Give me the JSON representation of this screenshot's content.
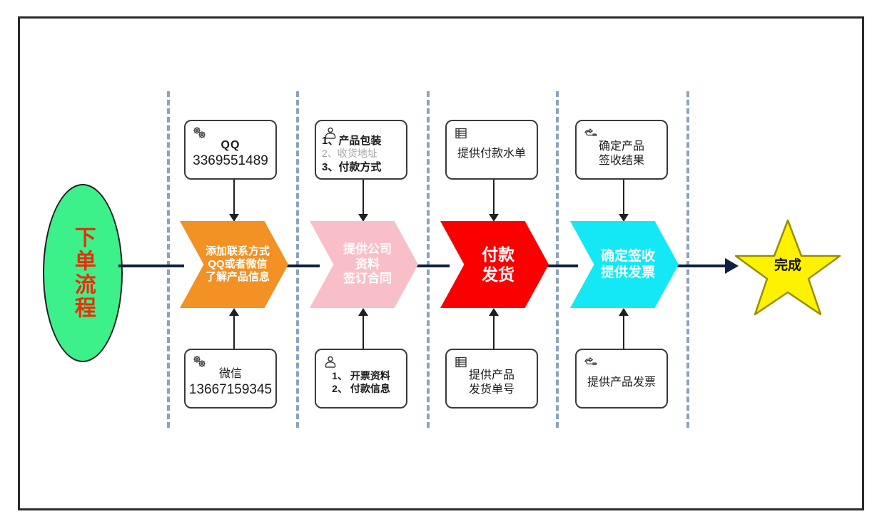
{
  "diagram": {
    "title_flow": "下单流程",
    "end_label": "完成",
    "colors": {
      "frame": "#2b2b2b",
      "lane_separator": "#8ba3bd",
      "connector": "#102040",
      "start_fill": "#3cf08a",
      "start_text": "#e8300a",
      "stage1_fill": "#f29124",
      "stage2_fill": "#f9bfc8",
      "stage3_fill": "#fa0000",
      "stage4_fill": "#15e8f5",
      "end_fill": "#fff200",
      "end_stroke": "#9a8d00",
      "note_border": "#3a3a3a",
      "muted_text": "#a6a6a6"
    }
  },
  "stages": [
    {
      "id": "stage-1",
      "chevron_lines": [
        "添加联系方式",
        "QQ或者微信",
        "了解产品信息"
      ],
      "top_note": {
        "icon": "gears-icon",
        "lines": [
          {
            "text": "QQ",
            "style": "qq-lbl"
          },
          {
            "text": "3369551489",
            "style": "lg-num"
          }
        ]
      },
      "bottom_note": {
        "icon": "gears-icon",
        "lines": [
          {
            "text": "微信",
            "style": "n-line"
          },
          {
            "text": "13667159345",
            "style": "lg-num"
          }
        ]
      }
    },
    {
      "id": "stage-2",
      "chevron_lines": [
        "提供公司",
        "资料",
        "签订合同"
      ],
      "top_note": {
        "icon": "contact-person-icon",
        "lines": [
          {
            "text": "1、产品包装",
            "style": "b-line"
          },
          {
            "text": "2、收货地址",
            "style": "g-line"
          },
          {
            "text": "3、付款方式",
            "style": "b-line"
          }
        ]
      },
      "bottom_note": {
        "icon": "contact-person-icon",
        "lines": [
          {
            "text": "1、 开票资料",
            "style": "sm-bold"
          },
          {
            "text": "2、 付款信息",
            "style": "sm-bold"
          }
        ]
      }
    },
    {
      "id": "stage-3",
      "chevron_lines": [
        "付款",
        "发货"
      ],
      "top_note": {
        "icon": "list-table-icon",
        "lines": [
          {
            "text": "提供付款水单",
            "style": "n-line"
          }
        ]
      },
      "bottom_note": {
        "icon": "list-table-icon",
        "lines": [
          {
            "text": "提供产品",
            "style": "n-line"
          },
          {
            "text": "发货单号",
            "style": "n-line"
          }
        ]
      }
    },
    {
      "id": "stage-4",
      "chevron_lines": [
        "确定签收",
        "提供发票"
      ],
      "top_note": {
        "icon": "pointing-hand-icon",
        "lines": [
          {
            "text": "确定产品",
            "style": "n-line"
          },
          {
            "text": "签收结果",
            "style": "n-line"
          }
        ]
      },
      "bottom_note": {
        "icon": "pointing-hand-icon",
        "lines": [
          {
            "text": "提供产品发票",
            "style": "n-line"
          }
        ]
      }
    }
  ]
}
